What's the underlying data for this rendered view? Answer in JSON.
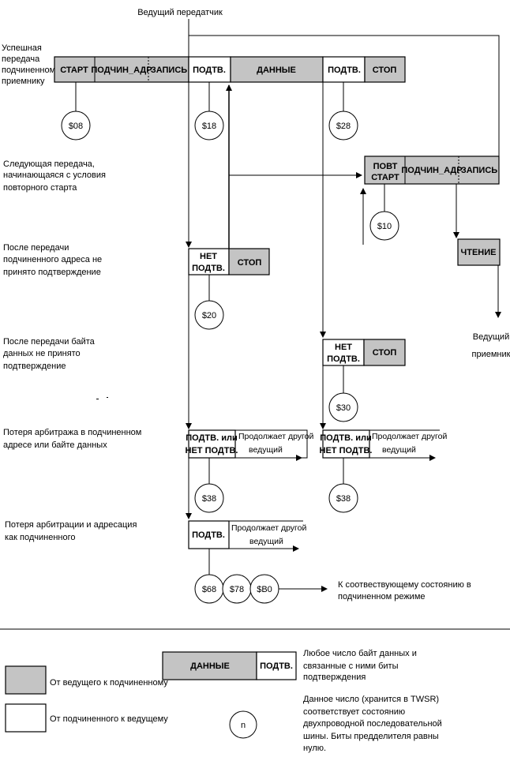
{
  "colors": {
    "master": "#c4c4c4",
    "slave": "#ffffff",
    "line": "#000000"
  },
  "top_label": "Ведущий передатчик",
  "rows": {
    "r1": [
      "Успешная",
      "передача",
      "подчиненному",
      "приемнику"
    ],
    "r2": [
      "Следующая передача,",
      "начинающаяся с условия",
      "повторного старта"
    ],
    "r3": [
      "После передачи",
      "подчиненного адреса не",
      "принято подтверждение"
    ],
    "r4": [
      "После передачи байта",
      "данных не принято",
      "подтверждение"
    ],
    "r5": [
      "Потеря арбитража в подчиненном",
      "адресе или байте данных"
    ],
    "r6": [
      "Потеря арбитрации и адресация",
      "как подчиненного"
    ]
  },
  "frame1": {
    "start": "СТАРТ",
    "sla": "ПОДЧИН_АДР",
    "write": "ЗАПИСЬ",
    "ack": "ПОДТВ.",
    "data": "ДАННЫЕ",
    "ack2": "ПОДТВ.",
    "stop": "СТОП"
  },
  "frame2": {
    "rs1": "ПОВТ",
    "rs2": "СТАРТ",
    "sla": "ПОДЧИН_АДР",
    "write": "ЗАПИСЬ"
  },
  "read": "ЧТЕНИЕ",
  "master_receiver": [
    "Ведущий",
    "приемник"
  ],
  "nack_a": {
    "n1": "НЕТ",
    "n2": "ПОДТВ.",
    "stop": "СТОП"
  },
  "nack_b": {
    "n1": "НЕТ",
    "n2": "ПОДТВ.",
    "stop": "СТОП"
  },
  "arb_a": {
    "a1": "ПОДТВ. или",
    "a2": "НЕТ ПОДТВ.",
    "c1": "Продолжает другой",
    "c2": "ведущий"
  },
  "arb_b": {
    "a1": "ПОДТВ. или",
    "a2": "НЕТ ПОДТВ.",
    "c1": "Продолжает другой",
    "c2": "ведущий"
  },
  "arb_c": {
    "a1": "ПОДТВ.",
    "c1": "Продолжает другой",
    "c2": "ведущий"
  },
  "states": {
    "s08": "$08",
    "s18": "$18",
    "s28": "$28",
    "s10": "$10",
    "s20": "$20",
    "s30": "$30",
    "s38a": "$38",
    "s38b": "$38",
    "s68": "$68",
    "s78": "$78",
    "sB0": "$B0"
  },
  "slave_mode": [
    "К соотвествующему состоянию в",
    "подчиненном режиме"
  ],
  "legend": {
    "master_label": "От ведущего к подчиненному",
    "slave_label": "От подчиненного к ведущему",
    "data": "ДАННЫЕ",
    "ack": "ПОДТВ.",
    "desc1": [
      "Любое число байт данных и",
      "связанные с ними биты",
      "подтверждения"
    ],
    "n": "n",
    "desc2": [
      "Данное число (хранится в TWSR)",
      "соответствует состоянию",
      "двухпроводной последовательной",
      "шины. Биты предделителя равны",
      "нулю."
    ]
  }
}
